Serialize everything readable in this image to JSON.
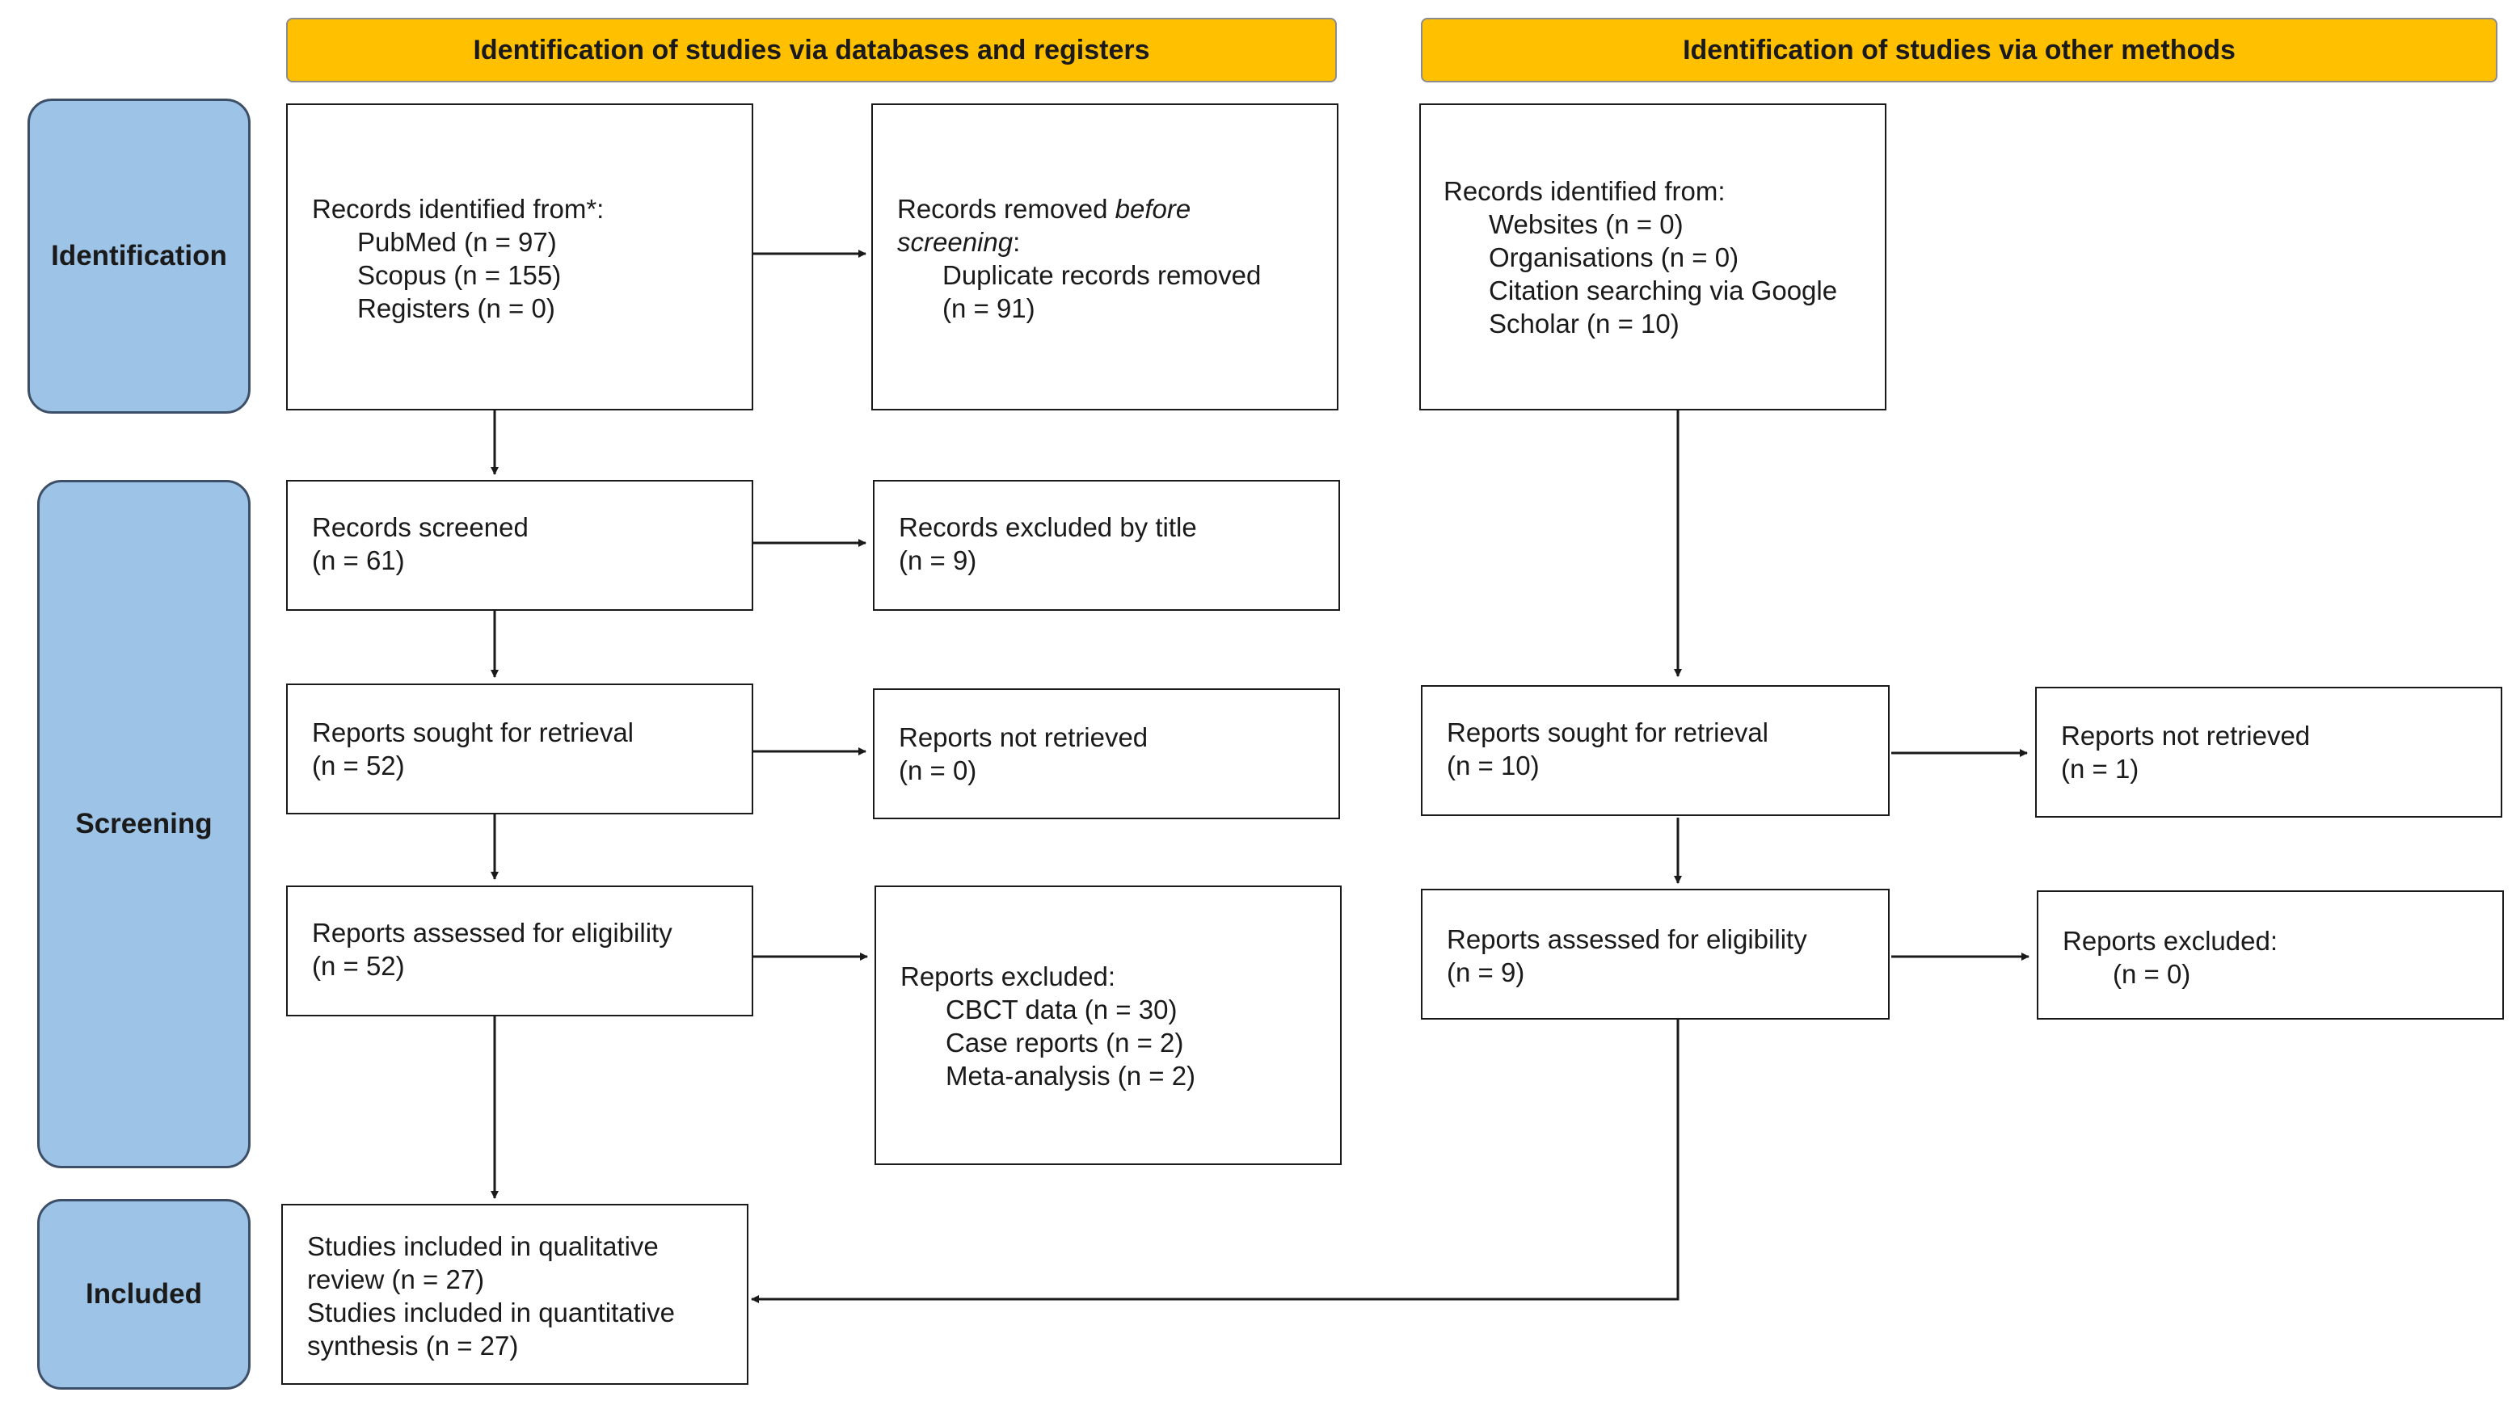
{
  "colors": {
    "header_fill": "#ffc000",
    "phase_fill": "#9dc3e6",
    "line": "#1a1a1a"
  },
  "headers": {
    "databases": "Identification of studies via databases and registers",
    "other": "Identification of studies via other methods"
  },
  "phases": {
    "identification": "Identification",
    "screening": "Screening",
    "included": "Included"
  },
  "db": {
    "identified": {
      "title": "Records identified from*:",
      "pubmed": "PubMed (n = 97)",
      "scopus": "Scopus (n = 155)",
      "registers": "Registers (n = 0)"
    },
    "removed": {
      "title_plain": "Records removed ",
      "title_italic": "before",
      "title_italic2": "screening",
      "title_colon": ":",
      "duplicates": "Duplicate records removed",
      "duplicates_n": "(n = 91)"
    },
    "screened": {
      "title": "Records screened",
      "n": "(n = 61)"
    },
    "excluded_title": {
      "title": "Records excluded by title",
      "n": "(n = 9)"
    },
    "sought": {
      "title": "Reports sought for retrieval",
      "n": "(n = 52)"
    },
    "not_retrieved": {
      "title": "Reports not retrieved",
      "n": "(n = 0)"
    },
    "assessed": {
      "title": "Reports assessed for eligibility",
      "n": "(n = 52)"
    },
    "excluded": {
      "title": "Reports excluded:",
      "cbct": "CBCT data (n = 30)",
      "case": "Case reports (n = 2)",
      "meta": "Meta-analysis (n = 2)"
    },
    "included": {
      "line1": "Studies included in qualitative",
      "line2": "review (n = 27)",
      "line3": "Studies included in quantitative",
      "line4": "synthesis (n = 27)"
    }
  },
  "other": {
    "identified": {
      "title": "Records identified from:",
      "websites": "Websites (n = 0)",
      "organisations": "Organisations (n = 0)",
      "citation1": "Citation searching via Google",
      "citation2": "Scholar (n = 10)"
    },
    "sought": {
      "title": "Reports sought for retrieval",
      "n": "(n = 10)"
    },
    "not_retrieved": {
      "title": "Reports not retrieved",
      "n": "(n = 1)"
    },
    "assessed": {
      "title": "Reports assessed for eligibility",
      "n": "(n = 9)"
    },
    "excluded": {
      "title": "Reports excluded:",
      "n": "(n = 0)"
    }
  }
}
